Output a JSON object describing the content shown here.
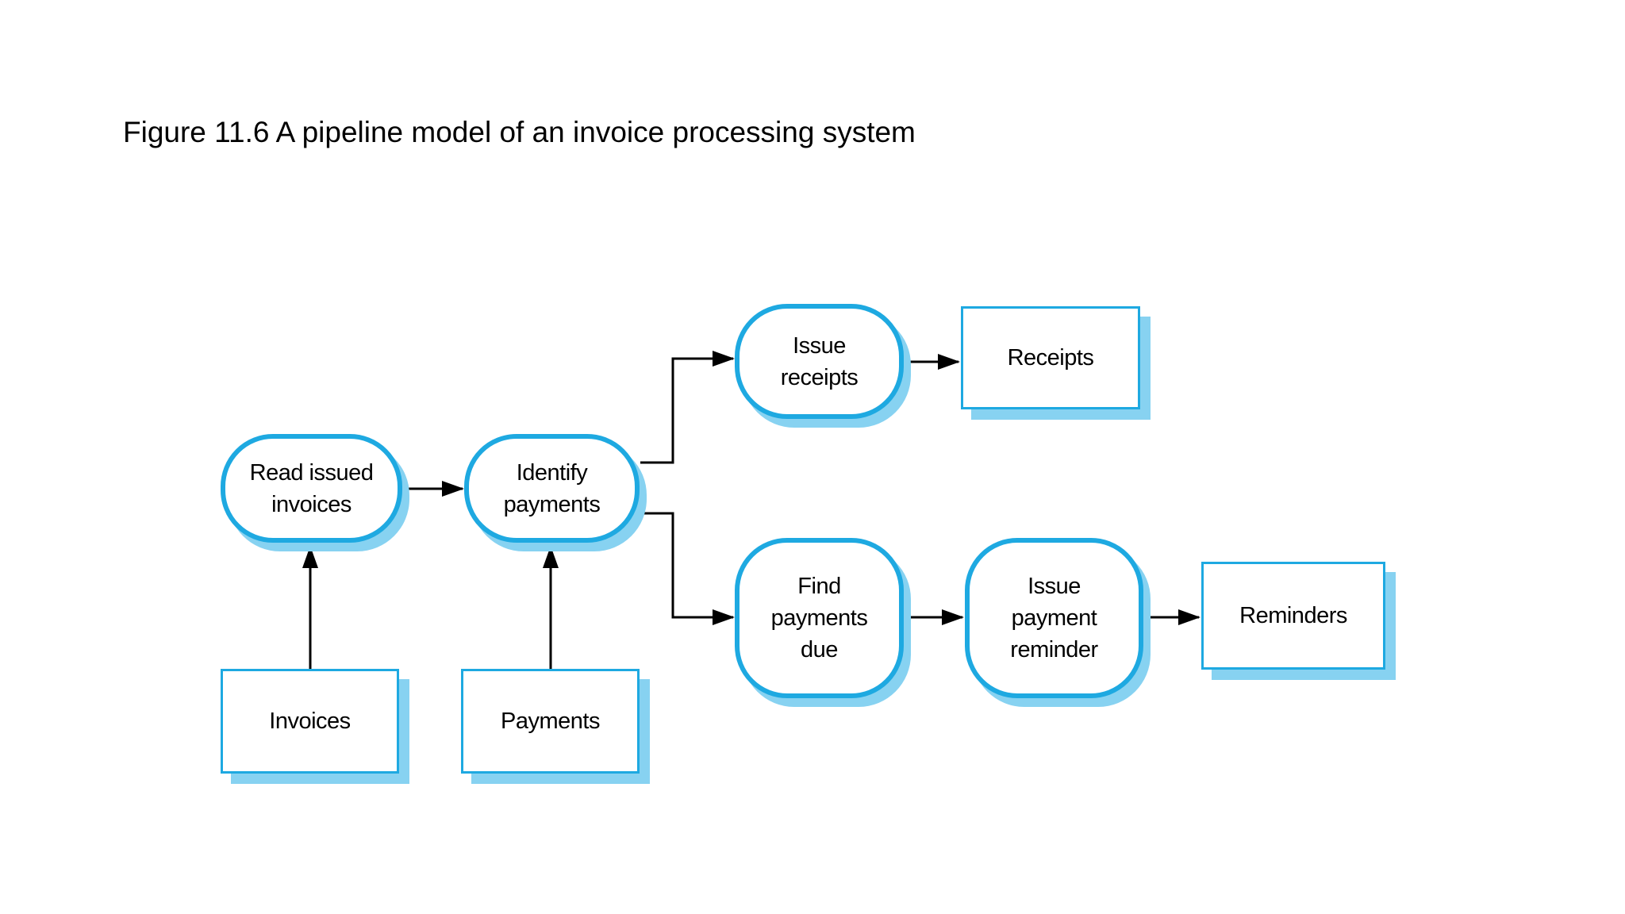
{
  "figure_caption": "Figure 11.6 A pipeline model of an invoice processing system",
  "colors": {
    "node_border": "#1ea9e1",
    "node_shadow": "#87d2f1",
    "node_fill": "#ffffff",
    "arrow": "#000000",
    "text": "#000000",
    "background": "#ffffff"
  },
  "diagram": {
    "type": "pipeline-data-flow",
    "processes": [
      {
        "id": "read_issued_invoices",
        "label": "Read issued\ninvoices"
      },
      {
        "id": "identify_payments",
        "label": "Identify\npayments"
      },
      {
        "id": "issue_receipts",
        "label": "Issue\nreceipts"
      },
      {
        "id": "find_payments_due",
        "label": "Find\npayments\ndue"
      },
      {
        "id": "issue_payment_reminder",
        "label": "Issue\npayment\nreminder"
      }
    ],
    "stores": [
      {
        "id": "invoices",
        "label": "Invoices"
      },
      {
        "id": "payments",
        "label": "Payments"
      },
      {
        "id": "receipts",
        "label": "Receipts"
      },
      {
        "id": "reminders",
        "label": "Reminders"
      }
    ],
    "edges": [
      {
        "from": "Invoices",
        "to": "Read issued invoices"
      },
      {
        "from": "Payments",
        "to": "Identify payments"
      },
      {
        "from": "Read issued invoices",
        "to": "Identify payments"
      },
      {
        "from": "Identify payments",
        "to": "Issue receipts"
      },
      {
        "from": "Identify payments",
        "to": "Find payments due"
      },
      {
        "from": "Issue receipts",
        "to": "Receipts"
      },
      {
        "from": "Find payments due",
        "to": "Issue payment reminder"
      },
      {
        "from": "Issue payment reminder",
        "to": "Reminders"
      }
    ]
  }
}
